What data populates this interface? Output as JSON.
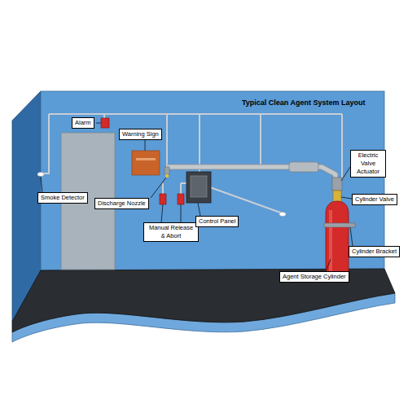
{
  "diagram": {
    "title": "Typical Clean Agent System Layout",
    "nodes": [
      {
        "text": [
          "Alarm"
        ]
      },
      {
        "text": [
          "Warning Sign"
        ]
      },
      {
        "text": [
          "Smoke Detector"
        ]
      },
      {
        "text": [
          "Discharge Nozzle"
        ]
      },
      {
        "text": [
          "Manual Release & Abort"
        ]
      },
      {
        "text": [
          "Control Panel"
        ]
      },
      {
        "text": [
          "Electric Valve Actuator"
        ]
      },
      {
        "text": [
          "Cylinder Valve"
        ]
      },
      {
        "text": [
          "Cylinder Bracket"
        ]
      },
      {
        "text": [
          "Agent Storage Cylinder"
        ]
      }
    ]
  }
}
